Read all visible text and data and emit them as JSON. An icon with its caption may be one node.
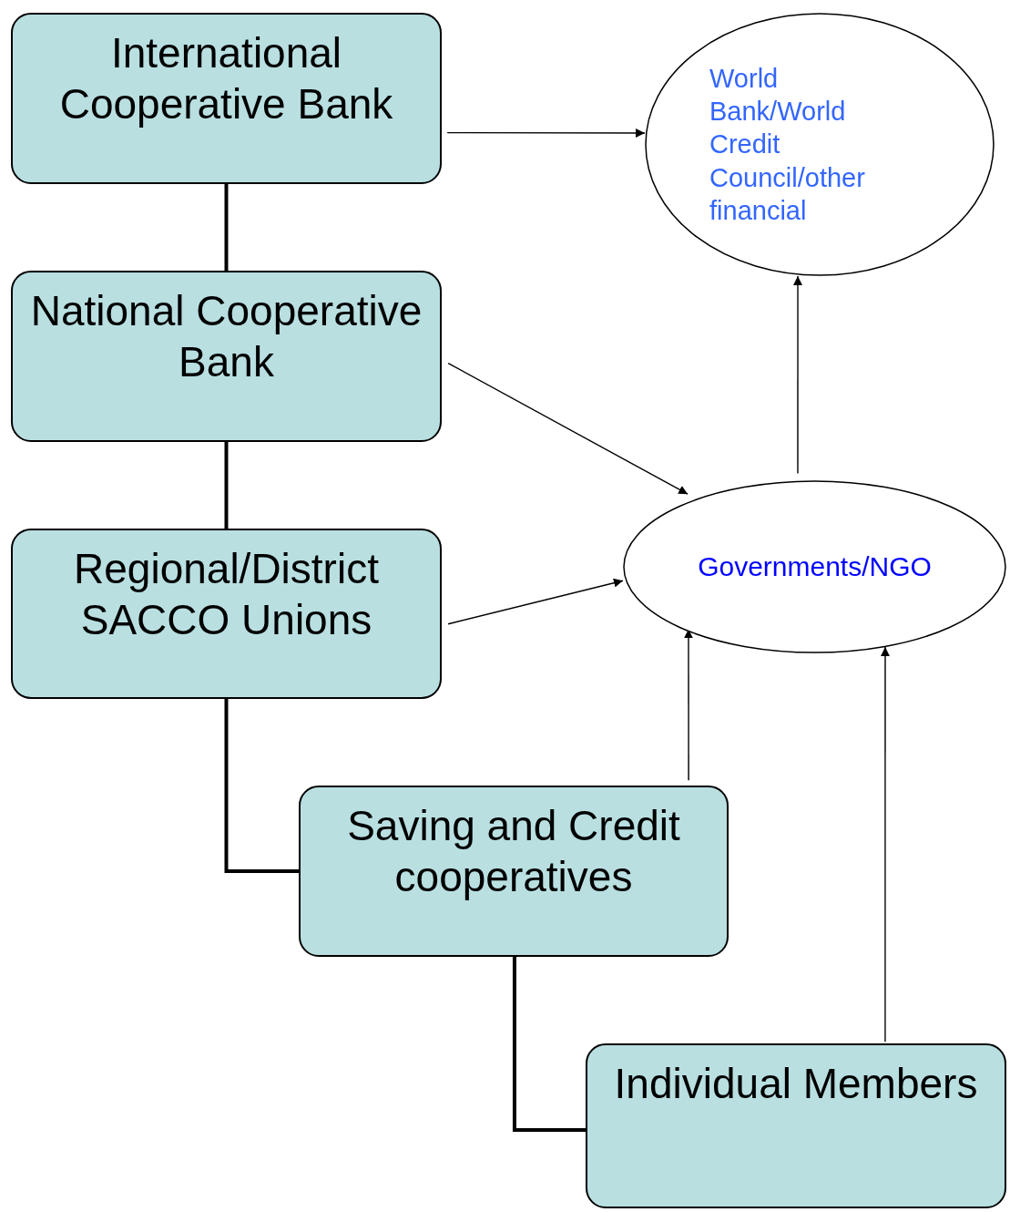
{
  "diagram": {
    "nodes": [
      {
        "text": [
          "International Cooperative Bank"
        ]
      },
      {
        "text": [
          "World Bank/World Credit Council/other financial"
        ]
      },
      {
        "text": [
          "National Cooperative Bank"
        ]
      },
      {
        "text": [
          "Regional/District SACCO Unions"
        ]
      },
      {
        "text": [
          "Governments/NGO"
        ]
      },
      {
        "text": [
          "Saving and Credit cooperatives"
        ]
      },
      {
        "text": [
          "Individual Members"
        ]
      }
    ],
    "edges": [
      {
        "from": 0,
        "to": 1,
        "arrow": "to"
      },
      {
        "from": 0,
        "to": 2,
        "arrow": "none",
        "style": "thick"
      },
      {
        "from": 2,
        "to": 4,
        "arrow": "to"
      },
      {
        "from": 2,
        "to": 3,
        "arrow": "none",
        "style": "thick"
      },
      {
        "from": 3,
        "to": 4,
        "arrow": "to"
      },
      {
        "from": 3,
        "to": 5,
        "arrow": "none",
        "style": "thick"
      },
      {
        "from": 4,
        "to": 1,
        "arrow": "to"
      },
      {
        "from": 5,
        "to": 4,
        "arrow": "to"
      },
      {
        "from": 5,
        "to": 6,
        "arrow": "none",
        "style": "thick"
      },
      {
        "from": 6,
        "to": 4,
        "arrow": "to"
      }
    ]
  }
}
